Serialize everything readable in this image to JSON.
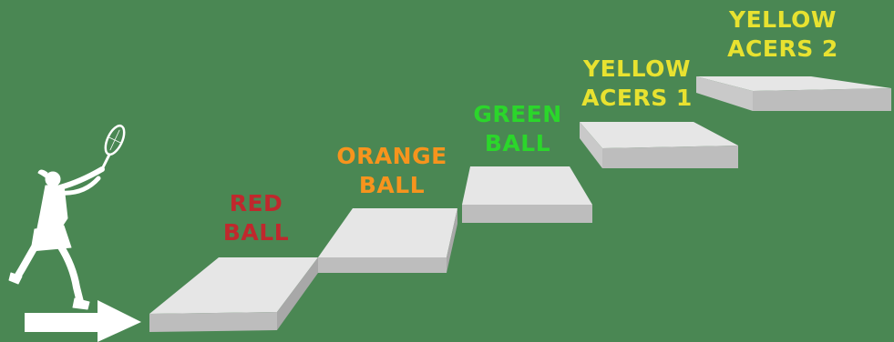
{
  "steps": [
    {
      "line1": "RED",
      "line2": "BALL",
      "color": "#c0282d"
    },
    {
      "line1": "ORANGE",
      "line2": "BALL",
      "color": "#f7941d"
    },
    {
      "line1": "GREEN",
      "line2": "BALL",
      "color": "#2bd62b"
    },
    {
      "line1": "YELLOW",
      "line2": "ACERS 1",
      "color": "#e8e230"
    },
    {
      "line1": "YELLOW",
      "line2": "ACERS 2",
      "color": "#e8e230"
    }
  ],
  "colors": {
    "background": "#4a8753",
    "step_top": "#e6e6e6",
    "step_side": "#bdbdbd",
    "silhouette": "#ffffff",
    "arrow": "#ffffff"
  },
  "icons": {
    "player": "tennis-player-silhouette-icon",
    "arrow": "right-arrow-icon"
  }
}
